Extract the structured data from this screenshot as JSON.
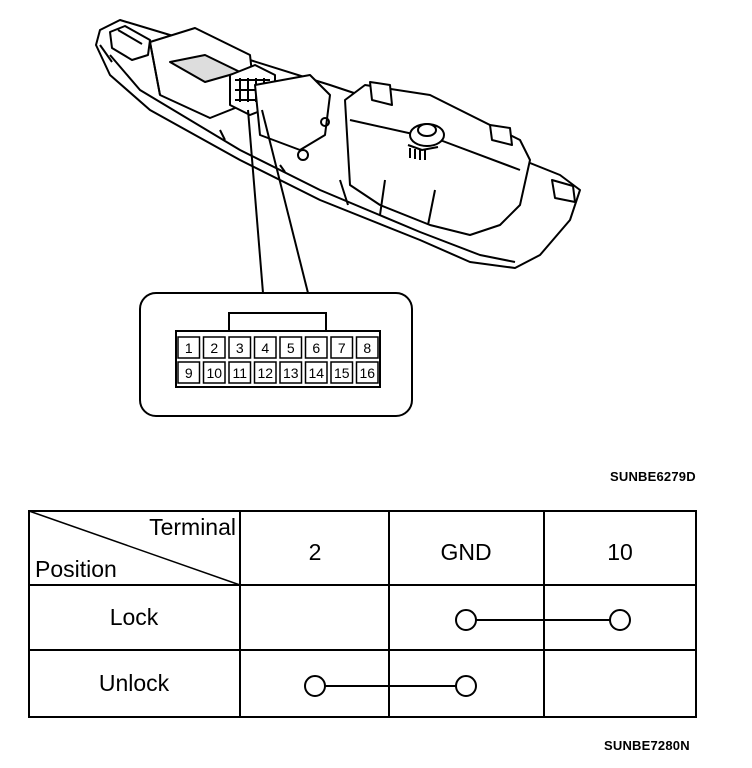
{
  "connector": {
    "pins_row1": [
      "1",
      "2",
      "3",
      "4",
      "5",
      "6",
      "7",
      "8"
    ],
    "pins_row2": [
      "9",
      "10",
      "11",
      "12",
      "13",
      "14",
      "15",
      "16"
    ]
  },
  "figure_codes": {
    "top": "SUNBE6279D",
    "bottom": "SUNBE7280N"
  },
  "table": {
    "header_terminal": "Terminal",
    "header_position": "Position",
    "columns": [
      "2",
      "GND",
      "10"
    ],
    "rows": [
      {
        "label": "Lock",
        "connected": [
          "GND",
          "10"
        ]
      },
      {
        "label": "Unlock",
        "connected": [
          "2",
          "GND"
        ]
      }
    ]
  }
}
